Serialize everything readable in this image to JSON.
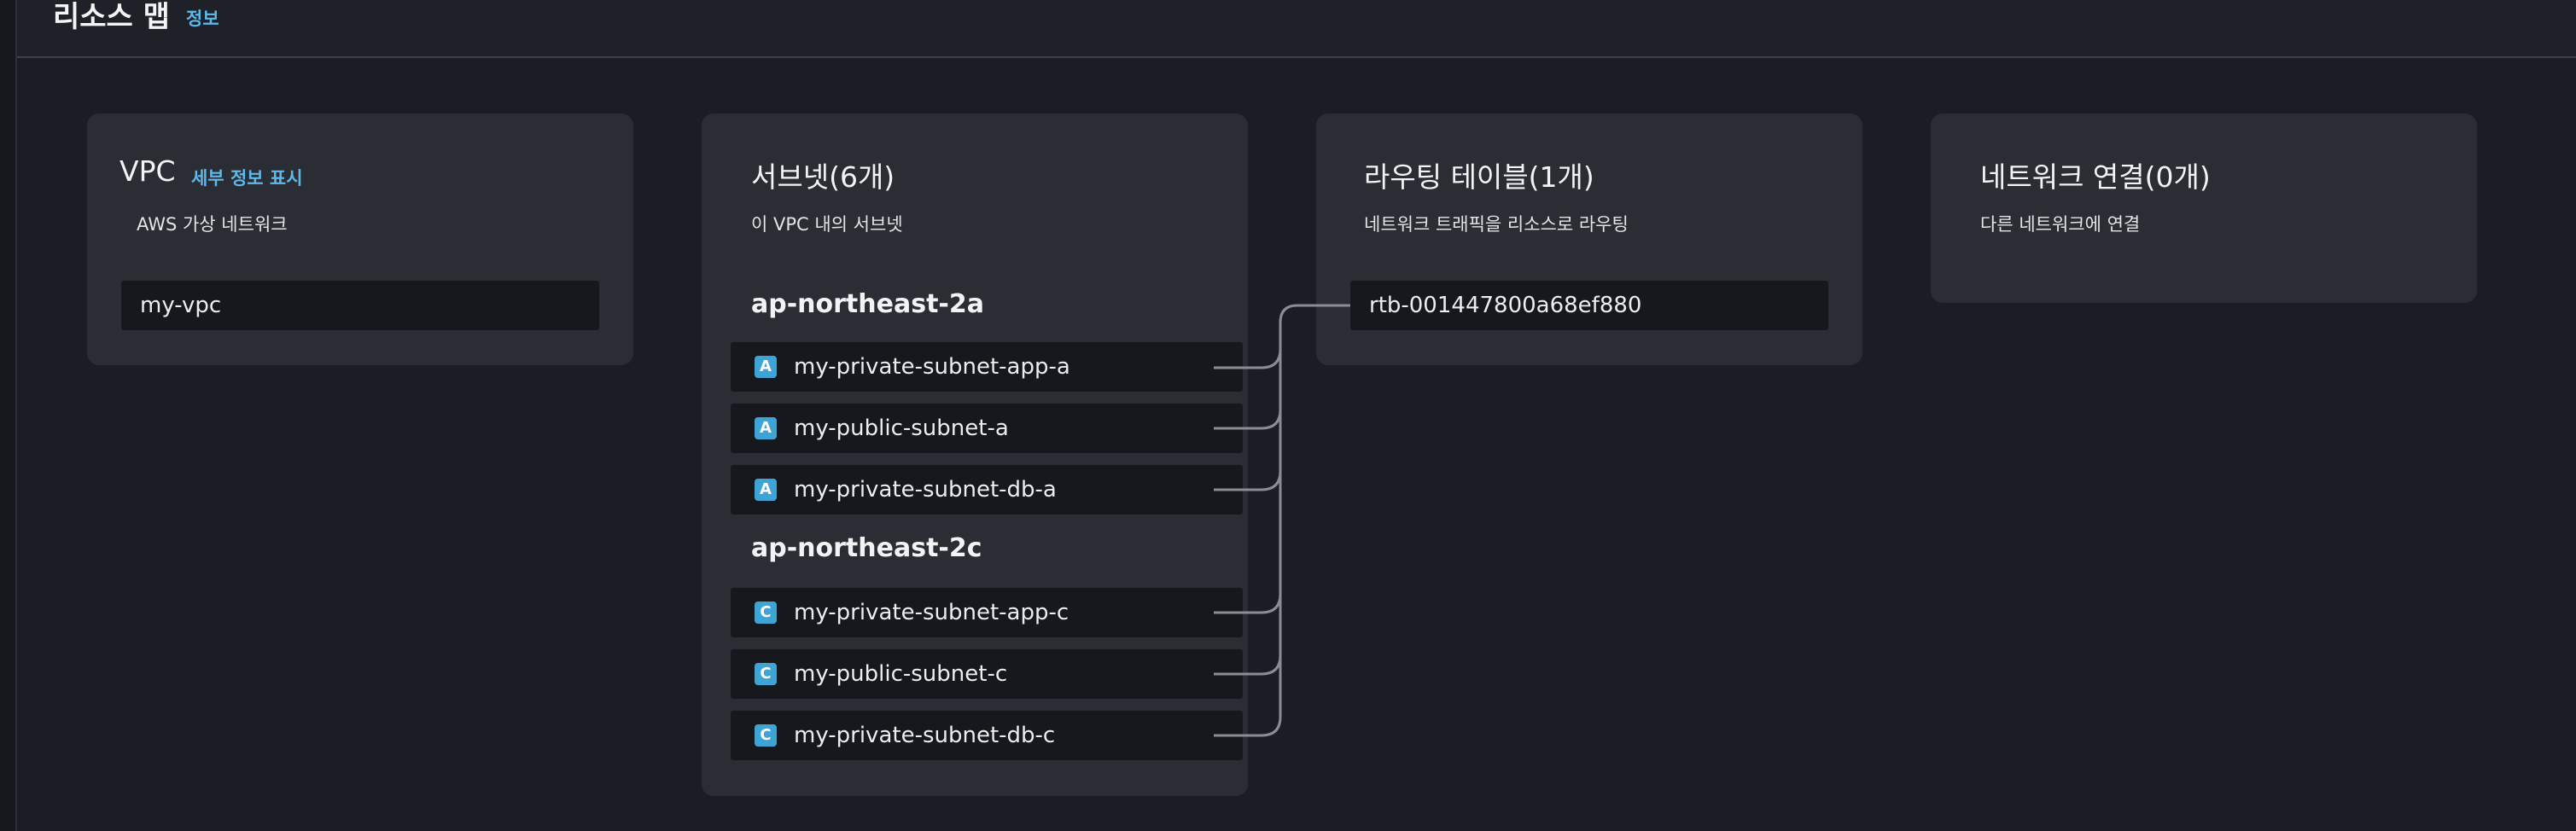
{
  "header": {
    "title": "리소스 맵",
    "info_label": "정보"
  },
  "vpc_card": {
    "title": "VPC",
    "details_link": "세부 정보 표시",
    "subtitle": "AWS 가상 네트워크",
    "vpc_name": "my-vpc"
  },
  "subnets_card": {
    "title": "서브넷(6개)",
    "subtitle": "이 VPC 내의 서브넷",
    "zones": [
      {
        "name": "ap-northeast-2a",
        "subnets": [
          {
            "badge": "A",
            "name": "my-private-subnet-app-a"
          },
          {
            "badge": "A",
            "name": "my-public-subnet-a"
          },
          {
            "badge": "A",
            "name": "my-private-subnet-db-a"
          }
        ]
      },
      {
        "name": "ap-northeast-2c",
        "subnets": [
          {
            "badge": "C",
            "name": "my-private-subnet-app-c"
          },
          {
            "badge": "C",
            "name": "my-public-subnet-c"
          },
          {
            "badge": "C",
            "name": "my-private-subnet-db-c"
          }
        ]
      }
    ]
  },
  "route_tables_card": {
    "title": "라우팅 테이블(1개)",
    "subtitle": "네트워크 트래픽을 리소스로 라우팅",
    "route_table_id": "rtb-001447800a68ef880"
  },
  "network_connections_card": {
    "title": "네트워크 연결(0개)",
    "subtitle": "다른 네트워크에 연결"
  },
  "colors": {
    "background": "#1b1d24",
    "card": "#2a2d33",
    "item": "#16181d",
    "link": "#5db9ec",
    "badge": "#3ea4d6",
    "connector": "#8a8d93"
  }
}
